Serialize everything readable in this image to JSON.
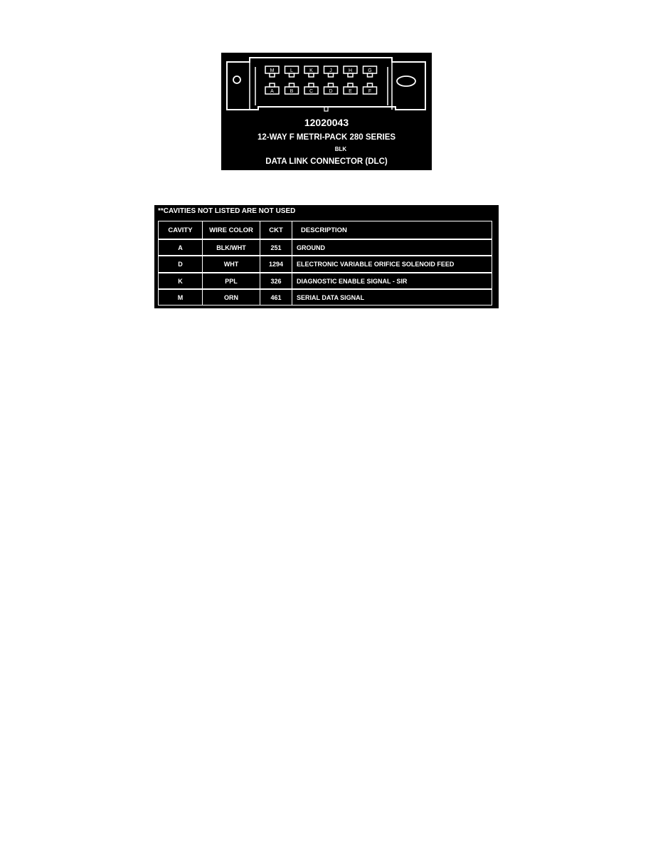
{
  "connector": {
    "part_number": "12020043",
    "type": "12-WAY F METRI-PACK 280 SERIES",
    "color": "BLK",
    "name": "DATA LINK CONNECTOR (DLC)",
    "top_row_pins": [
      "M",
      "L",
      "K",
      "J",
      "H",
      "G"
    ],
    "bottom_row_pins": [
      "A",
      "B",
      "C",
      "D",
      "E",
      "F"
    ]
  },
  "table": {
    "note": "**CAVITIES NOT LISTED ARE NOT USED",
    "headers": [
      "CAVITY",
      "WIRE COLOR",
      "CKT",
      "DESCRIPTION"
    ],
    "rows": [
      [
        "A",
        "BLK/WHT",
        "251",
        "GROUND"
      ],
      [
        "D",
        "WHT",
        "1294",
        "ELECTRONIC VARIABLE ORIFICE SOLENOID FEED"
      ],
      [
        "K",
        "PPL",
        "326",
        "DIAGNOSTIC ENABLE SIGNAL - SIR"
      ],
      [
        "M",
        "ORN",
        "461",
        "SERIAL DATA SIGNAL"
      ]
    ]
  }
}
